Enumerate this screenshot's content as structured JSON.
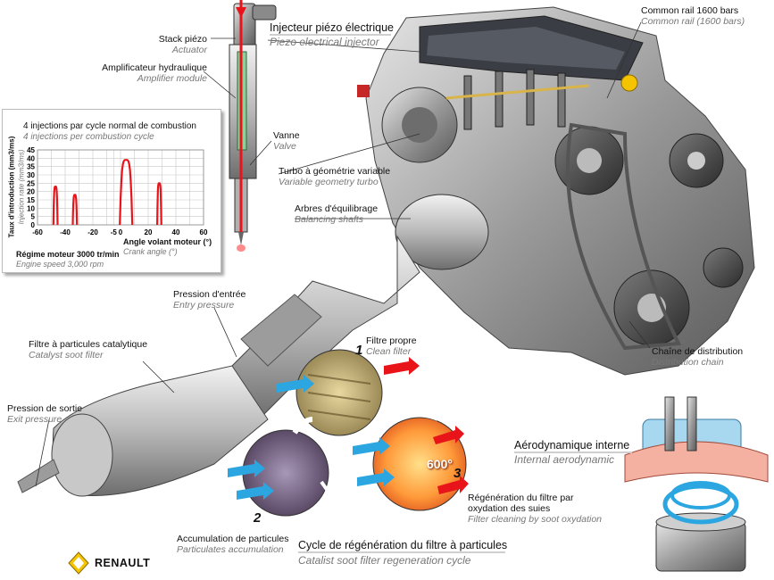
{
  "labels": {
    "stack_fr": "Stack piézo",
    "stack_en": "Actuator",
    "ampli_fr": "Amplificateur hydraulique",
    "ampli_en": "Amplifier module",
    "vanne_fr": "Vanne",
    "vanne_en": "Valve",
    "injecteur_fr": "Injecteur piézo électrique",
    "injecteur_en": "Piezo electrical injector",
    "rail_fr": "Common rail 1600 bars",
    "rail_en": "Common rail (1600 bars)",
    "turbo_fr": "Turbo à géométrie variable",
    "turbo_en": "Variable geometry turbo",
    "arbres_fr": "Arbres d'équilibrage",
    "arbres_en": "Balancing shafts",
    "entree_fr": "Pression d'entrée",
    "entree_en": "Entry pressure",
    "filtre_fr": "Filtre à particules catalytique",
    "filtre_en": "Catalyst soot filter",
    "sortie_fr": "Pression de sortie",
    "sortie_en": "Exit pressure",
    "propre_fr": "Filtre propre",
    "propre_en": "Clean filter",
    "chaine_fr": "Chaîne de distribution",
    "chaine_en": "Distribution chain",
    "aero_fr": "Aérodynamique interne",
    "aero_en": "Internal aerodynamic",
    "regen_fr1": "Régénération du filtre par",
    "regen_fr2": "oxydation des suies",
    "regen_en": "Filter cleaning by soot oxydation",
    "accu_fr": "Accumulation de particules",
    "accu_en": "Particulates accumulation",
    "cycle_fr": "Cycle de régénération du filtre à particules",
    "cycle_en": "Catalist soot filter regeneration cycle",
    "num1": "1",
    "num2": "2",
    "num3": "3",
    "temp": "600°",
    "brand": "RENAULT"
  },
  "chart_data": {
    "type": "line",
    "title_fr": "4 injections par cycle normal de combustion",
    "title_en": "4 injections per combustion cycle",
    "ylabel_fr": "Taux d'introduction (mm3/ms)",
    "ylabel_en": "Injection rate (mm3/ms)",
    "xlabel_fr": "Angle volant moteur (°)",
    "xlabel_en": "Crank angle (°)",
    "footer_fr": "Régime moteur 3000 tr/min",
    "footer_en": "Engine speed 3,000 rpm",
    "xlim": [
      -60,
      60
    ],
    "ylim": [
      0,
      45
    ],
    "xticks": [
      "-60",
      "-50",
      "-40",
      "-30",
      "-20",
      "-10",
      "-5",
      "0",
      "10",
      "20",
      "30",
      "40",
      "50",
      "60"
    ],
    "yticks": [
      "0",
      "5",
      "10",
      "15",
      "20",
      "25",
      "30",
      "35",
      "40",
      "45"
    ],
    "grid": true,
    "pulses": [
      {
        "center": -47,
        "peak": 23,
        "width": 3
      },
      {
        "center": -33,
        "peak": 18,
        "width": 3
      },
      {
        "center": 4,
        "peak": 39,
        "width": 9
      },
      {
        "center": 28,
        "peak": 25,
        "width": 3
      }
    ],
    "series_color": "#e8141a"
  },
  "colors": {
    "accent_red": "#e8141a",
    "blue_arrow": "#2ba6e0",
    "renault_yellow": "#f5c400"
  }
}
